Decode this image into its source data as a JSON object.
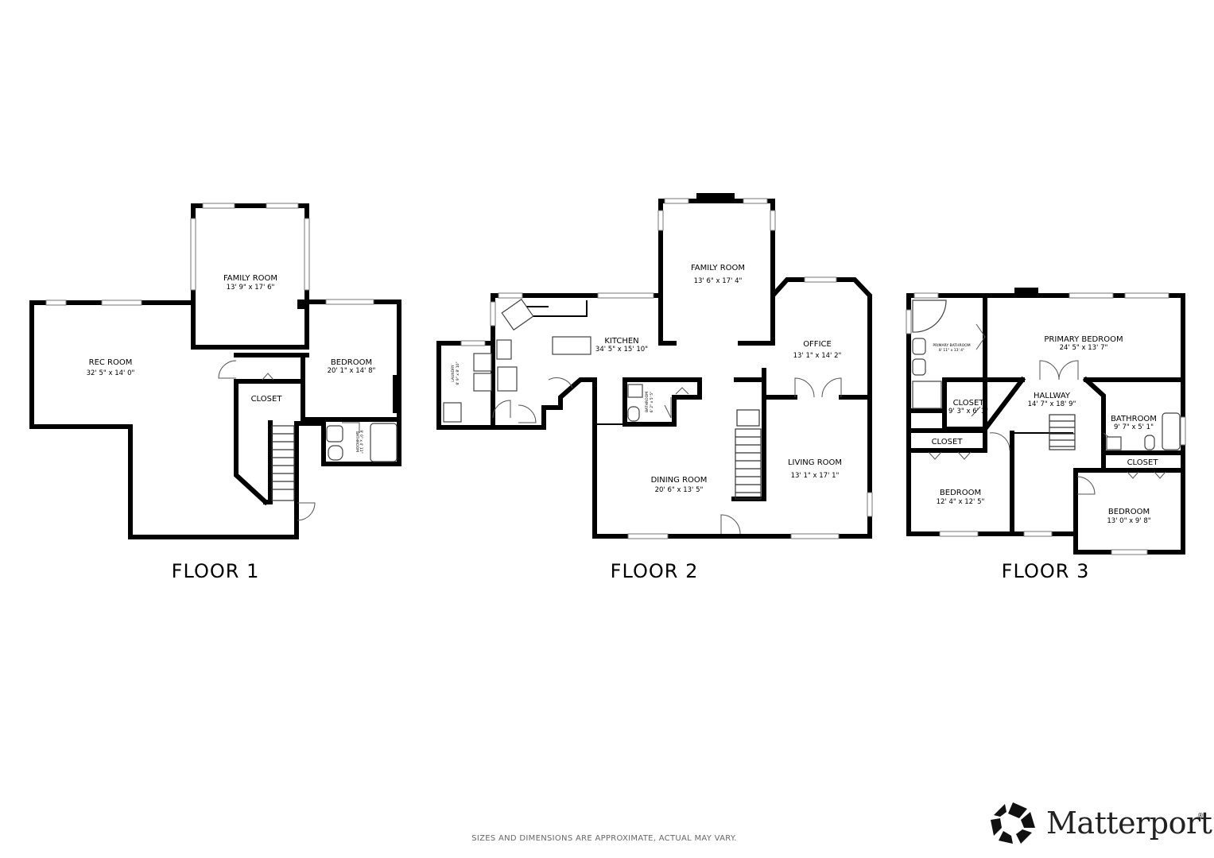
{
  "floors": [
    {
      "label": "FLOOR 1",
      "rooms": [
        {
          "id": "rec-room",
          "name": "REC ROOM",
          "dim": "32' 5\" x 14' 0\""
        },
        {
          "id": "family-room-1",
          "name": "FAMILY ROOM",
          "dim": "13' 9\" x 17' 6\""
        },
        {
          "id": "bedroom-1",
          "name": "BEDROOM",
          "dim": "20' 1\" x 14' 8\""
        },
        {
          "id": "closet-1",
          "name": "CLOSET",
          "dim": ""
        },
        {
          "id": "bathroom-1",
          "name": "BATHROOM",
          "dim": "9' 0\" x 4' 11\""
        }
      ]
    },
    {
      "label": "FLOOR 2",
      "rooms": [
        {
          "id": "kitchen",
          "name": "KITCHEN",
          "dim": "34' 5\" x 15' 10\""
        },
        {
          "id": "family-room-2",
          "name": "FAMILY ROOM",
          "dim": "13' 6\" x 17' 4\""
        },
        {
          "id": "office",
          "name": "OFFICE",
          "dim": "13' 1\" x 14' 2\""
        },
        {
          "id": "laundry",
          "name": "LAUNDRY",
          "dim": "8' 9\" x 8' 10\""
        },
        {
          "id": "bathroom-2",
          "name": "BATHROOM",
          "dim": "6' 2\" x 5' 5\""
        },
        {
          "id": "dining-room",
          "name": "DINING ROOM",
          "dim": "20' 6\" x 13' 5\""
        },
        {
          "id": "living-room",
          "name": "LIVING ROOM",
          "dim": "13' 1\" x 17' 1\""
        }
      ]
    },
    {
      "label": "FLOOR 3",
      "rooms": [
        {
          "id": "primary-bathroom",
          "name": "PRIMARY BATHROOM",
          "dim": "8' 11\" x 13' 4\""
        },
        {
          "id": "primary-bedroom",
          "name": "PRIMARY BEDROOM",
          "dim": "24' 5\" x 13' 7\""
        },
        {
          "id": "closet-3a",
          "name": "CLOSET",
          "dim": "9' 3\" x 6' 1\""
        },
        {
          "id": "hallway",
          "name": "HALLWAY",
          "dim": "14' 7\" x 18' 9\""
        },
        {
          "id": "bathroom-3",
          "name": "BATHROOM",
          "dim": "9' 7\" x 5' 1\""
        },
        {
          "id": "closet-3b",
          "name": "CLOSET",
          "dim": ""
        },
        {
          "id": "closet-3c",
          "name": "CLOSET",
          "dim": ""
        },
        {
          "id": "bedroom-3a",
          "name": "BEDROOM",
          "dim": "12' 4\" x 12' 5\""
        },
        {
          "id": "bedroom-3b",
          "name": "BEDROOM",
          "dim": "13' 0\" x 9' 8\""
        }
      ]
    }
  ],
  "footer_note": "SIZES AND DIMENSIONS ARE APPROXIMATE, ACTUAL MAY VARY.",
  "brand": {
    "name": "Matterport",
    "reg": "®"
  },
  "colors": {
    "wall": "#000000",
    "window": "#777777",
    "background": "#ffffff"
  }
}
